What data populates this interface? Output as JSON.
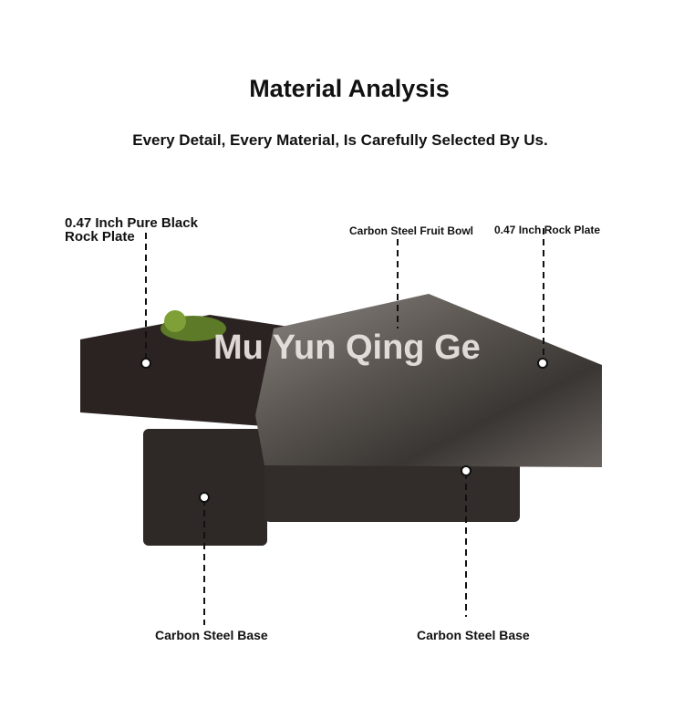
{
  "header": {
    "title": "Material Analysis",
    "subtitle": "Every Detail, Every Material, Is Carefully Selected By Us."
  },
  "labels": {
    "black_plate": "0.47 Inch Pure Black",
    "black_plate_line2": "Rock Plate",
    "fruit_bowl": "Carbon Steel Fruit Bowl",
    "rock_plate": "0.47 Inch Rock Plate",
    "base_left": "Carbon Steel Base",
    "base_right": "Carbon Steel Base"
  },
  "watermark": "Mu Yun Qing Ge"
}
